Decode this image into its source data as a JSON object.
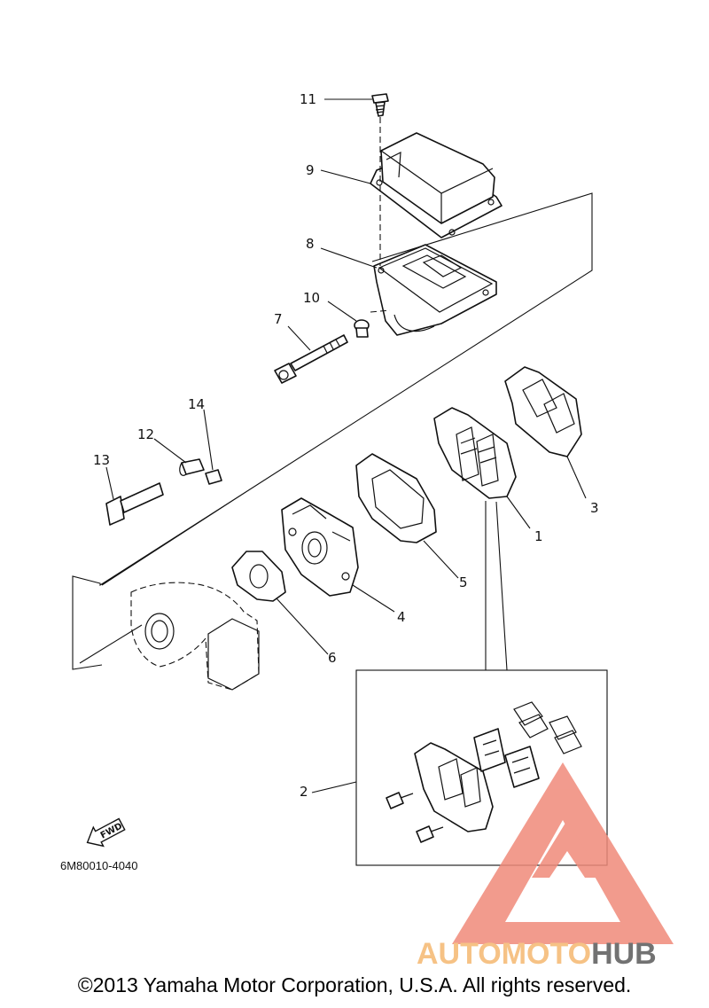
{
  "diagram": {
    "part_numbers": [
      "1",
      "2",
      "3",
      "4",
      "5",
      "6",
      "7",
      "8",
      "9",
      "10",
      "11",
      "12",
      "13",
      "14"
    ],
    "direction_label": "FWD",
    "drawing_code": "6M80010-4040"
  },
  "footer": {
    "copyright": "©2013 Yamaha Motor Corporation, U.S.A. All rights reserved."
  },
  "watermark": {
    "brand_part1": "AUTOMOTO",
    "brand_part2": "HUB",
    "color_primary": "#f08a7a",
    "color_accent": "#f5b870",
    "color_dark": "#5a5a5a"
  }
}
